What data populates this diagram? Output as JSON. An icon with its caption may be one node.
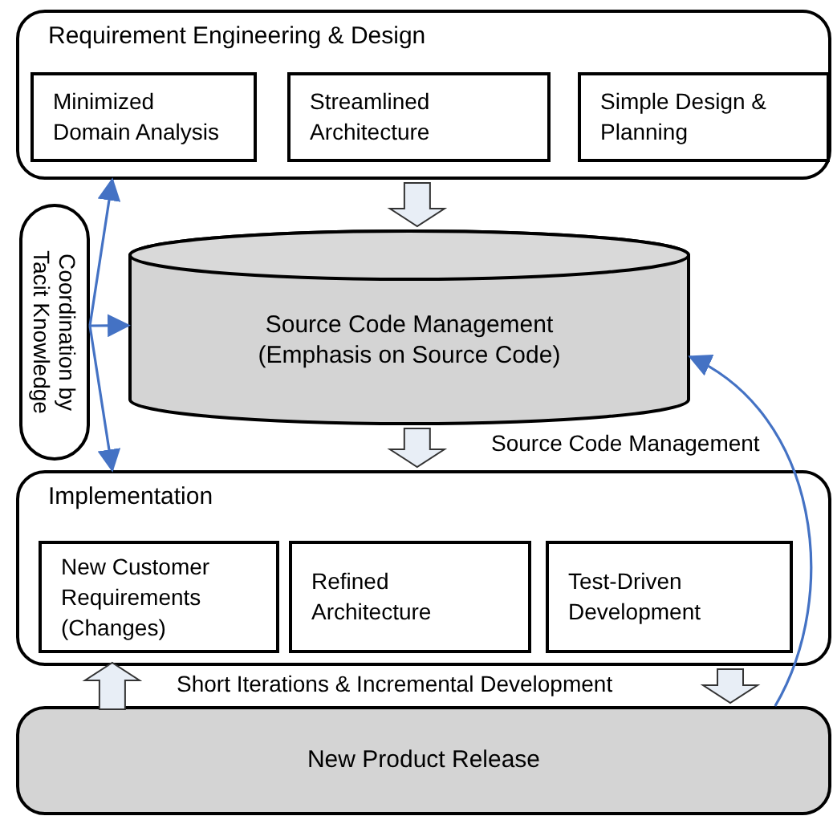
{
  "diagram": {
    "nodes": [
      {
        "text": [
          "Requirement Engineering & Design"
        ]
      },
      {
        "text": [
          "Minimized Domain Analysis"
        ],
        "in": 0
      },
      {
        "text": [
          "Streamlined Architecture"
        ],
        "in": 0
      },
      {
        "text": [
          "Simple Design & Planning"
        ],
        "in": 0
      },
      {
        "text": [
          "Coordination by Tacit Knowledge"
        ]
      },
      {
        "text": [
          "Source Code Management (Emphasis on Source Code)"
        ]
      },
      {
        "text": [
          "Implementation"
        ]
      },
      {
        "text": [
          "New Customer Requirements (Changes)"
        ],
        "in": 6
      },
      {
        "text": [
          "Refined Architecture"
        ],
        "in": 6
      },
      {
        "text": [
          "Test-Driven Development"
        ],
        "in": 6
      },
      {
        "text": [
          "New Product Release"
        ]
      }
    ],
    "edges": [
      {
        "from": 0,
        "to": 5,
        "arrow": "to",
        "style": "thick"
      },
      {
        "from": 5,
        "to": 6,
        "arrow": "to",
        "style": "thick"
      },
      {
        "from": 10,
        "to": 6,
        "arrow": "to",
        "style": "thick"
      },
      {
        "from": 6,
        "to": 10,
        "arrow": "to",
        "style": "thick"
      },
      {
        "from": 4,
        "to": 0,
        "arrow": "to",
        "color": "#4472c4"
      },
      {
        "from": 4,
        "to": 5,
        "arrow": "to",
        "color": "#4472c4"
      },
      {
        "from": 4,
        "to": 6,
        "arrow": "to",
        "color": "#4472c4"
      },
      {
        "from": 10,
        "to": 5,
        "arrow": "to",
        "color": "#4472c4"
      }
    ],
    "labels": [
      "Source Code Management",
      "Short Iterations & Incremental Development"
    ]
  }
}
